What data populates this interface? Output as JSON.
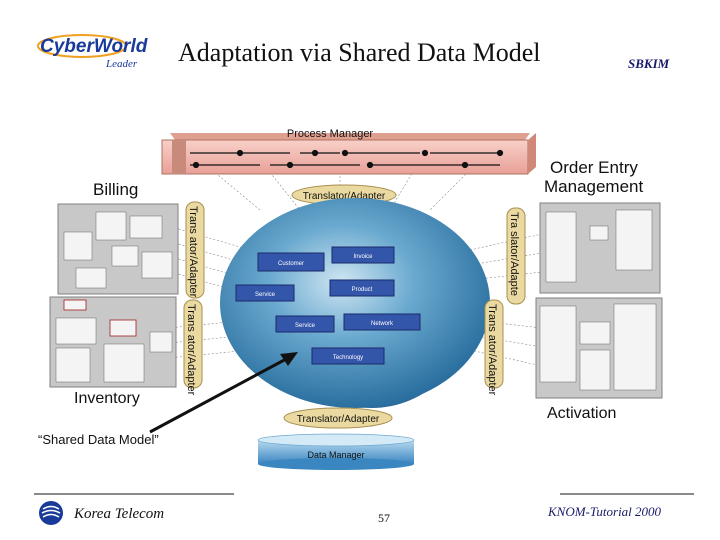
{
  "header": {
    "logo_text": "CyberWorld",
    "logo_sub": "Leader",
    "title": "Adaptation via Shared Data Model",
    "author": "SBKIM"
  },
  "diagram": {
    "process_manager": "Process Manager",
    "translator_top": "Translator/Adapter",
    "translator_bottom": "Translator/Adapter",
    "translator_left_upper": "Trans ator/Adapter",
    "translator_left_lower": "Trans ator/Adapter",
    "translator_right_upper": "Tra slator/Adapte",
    "translator_right_lower": "Trans ator/Adapter",
    "data_manager": "Data Manager",
    "billing": "Billing",
    "order_entry_line1": "Order Entry",
    "order_entry_line2": "Management",
    "inventory": "Inventory",
    "activation": "Activation",
    "shared_data_model": "“Shared Data Model”",
    "entities": [
      "Customer",
      "Invoice",
      "Service",
      "Product",
      "Service",
      "Network",
      "Technology"
    ]
  },
  "footer": {
    "company": "Korea Telecom",
    "page_number": "57",
    "tutorial": "KNOM-Tutorial 2000"
  },
  "colors": {
    "accent": "#1a1a6a",
    "sphere": "#3f8fbf",
    "entity": "#3355aa",
    "process_bar": "#f0b8b0",
    "adapter": "#e8d8a0"
  }
}
